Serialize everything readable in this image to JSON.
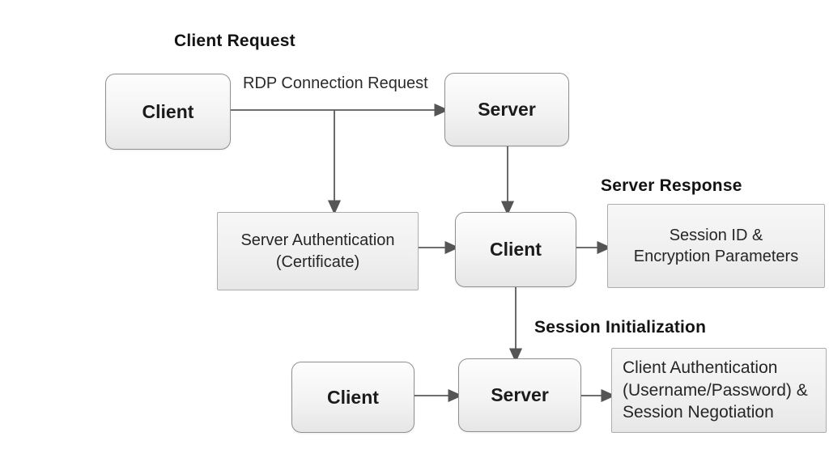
{
  "diagram": {
    "phases": {
      "client_request": "Client Request",
      "server_response": "Server Response",
      "session_initialization": "Session Initialization"
    },
    "edge_label": "RDP Connection Request",
    "nodes": {
      "client_top": {
        "label": "Client"
      },
      "server_top": {
        "label": "Server"
      },
      "server_authentication": {
        "lines": [
          "Server Authentication",
          "(Certificate)"
        ]
      },
      "client_middle": {
        "label": "Client"
      },
      "session_id": {
        "lines": [
          "Session ID &",
          "Encryption Parameters"
        ]
      },
      "client_bottom": {
        "label": "Client"
      },
      "server_bottom": {
        "label": "Server"
      },
      "client_authentication": {
        "lines": [
          "Client Authentication",
          "(Username/Password) &",
          "Session Negotiation"
        ]
      }
    },
    "colors": {
      "background": "#ffffff",
      "node_fill_top": "#fdfdfd",
      "node_fill_bottom": "#e6e6e6",
      "node_border": "#909090",
      "panel_border": "#adadad",
      "arrow": "#555555",
      "text": "#1b1b1b"
    }
  }
}
